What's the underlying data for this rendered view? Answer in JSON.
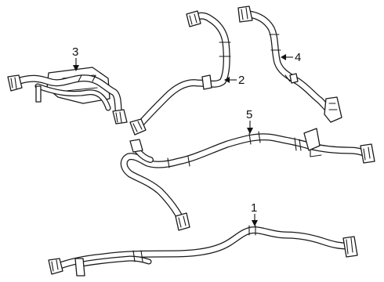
{
  "diagram": {
    "callouts": [
      {
        "id": "1",
        "label": "1"
      },
      {
        "id": "2",
        "label": "2"
      },
      {
        "id": "3",
        "label": "3"
      },
      {
        "id": "4",
        "label": "4"
      },
      {
        "id": "5",
        "label": "5"
      }
    ]
  },
  "colors": {
    "line": "#1a1a1a",
    "background": "#ffffff"
  }
}
